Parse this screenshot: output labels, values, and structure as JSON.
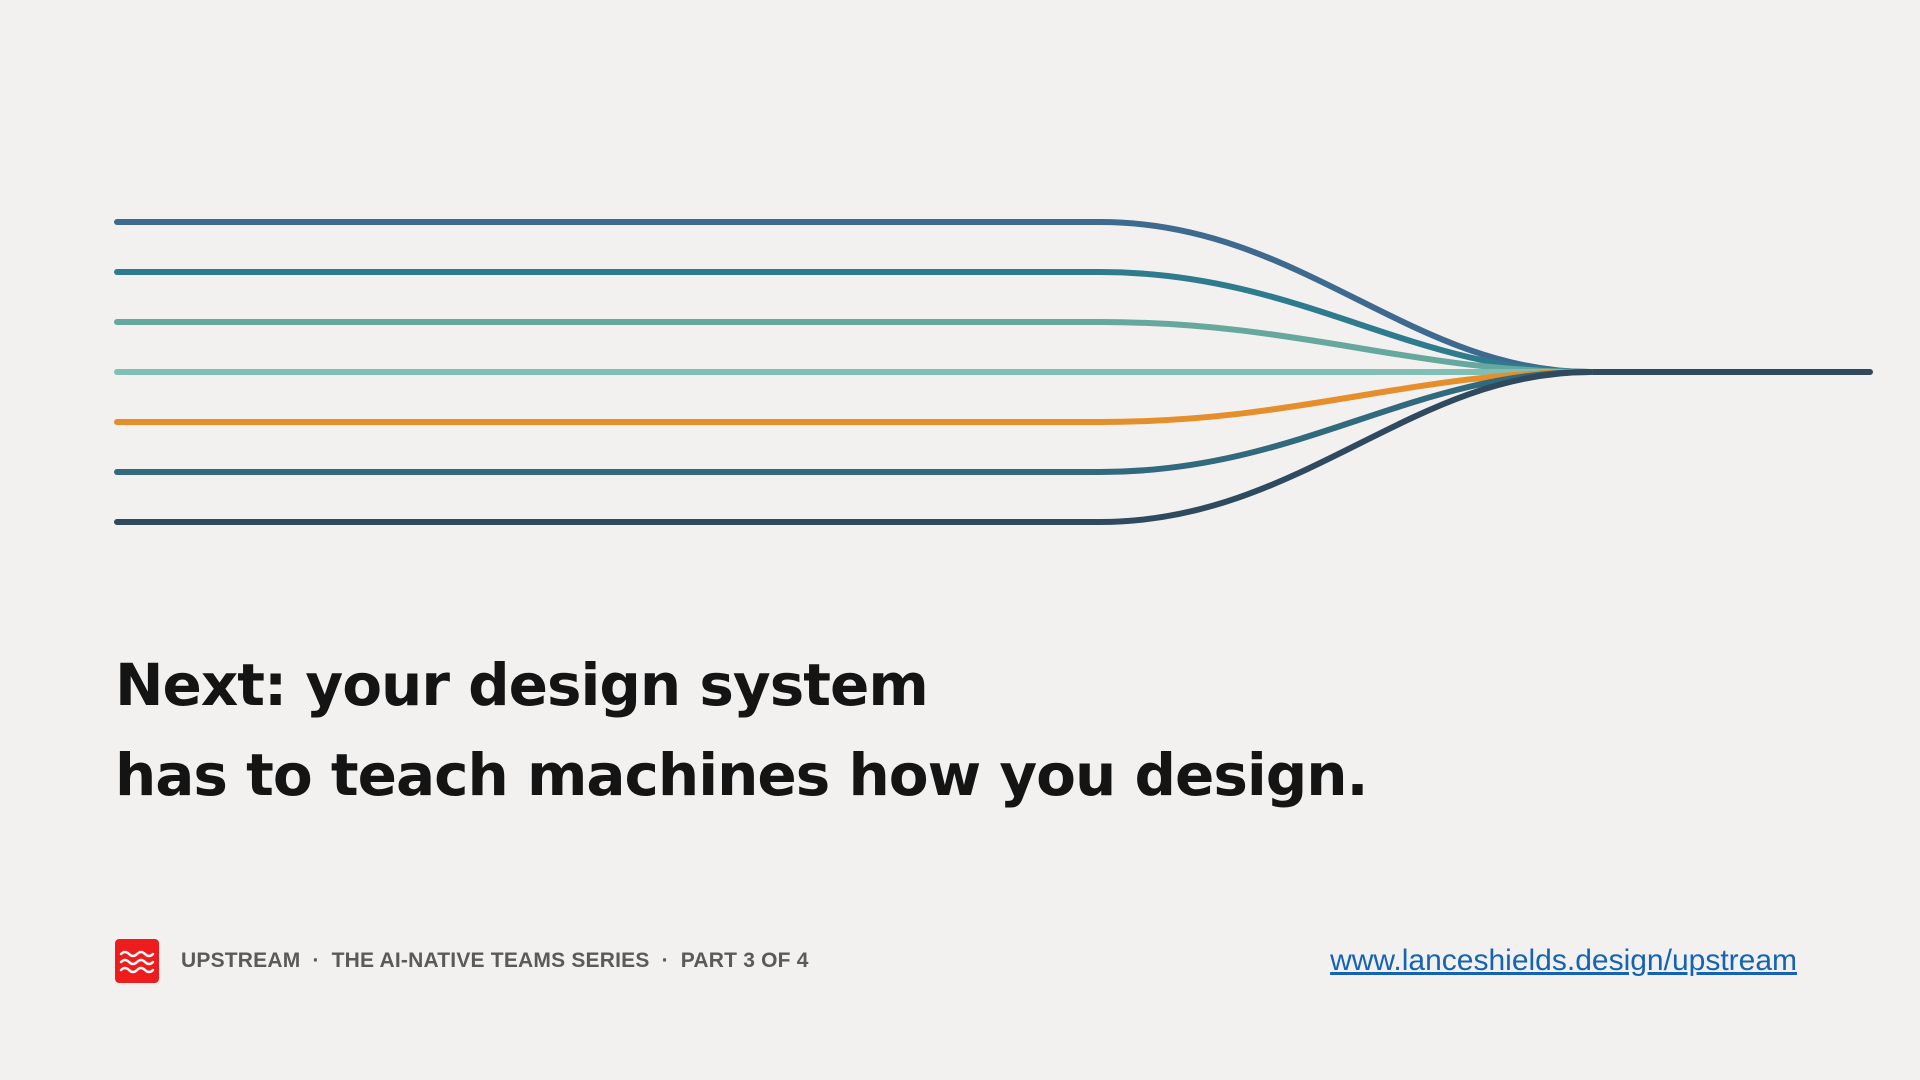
{
  "graphic": {
    "stream_colors": [
      "#3e6a90",
      "#2f7b8e",
      "#66a89e",
      "#80bfb4",
      "#e58e2c",
      "#306a7c",
      "#2f4a5f"
    ],
    "trunk_color": "#2f4a5f"
  },
  "headline": {
    "line1": "Next: your design system",
    "line2": "has to teach machines how you design."
  },
  "footer": {
    "logo_icon": "wave-icon",
    "logo_color": "#ee1c1c",
    "series_parts": [
      "UPSTREAM",
      "THE AI-NATIVE TEAMS SERIES",
      "PART 3 OF 4"
    ],
    "separator": "·",
    "url": "www.lanceshields.design/upstream"
  }
}
